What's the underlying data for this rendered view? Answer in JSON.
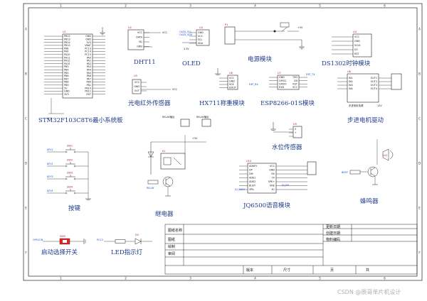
{
  "blocks": {
    "stm32": "STM32F103C8T6最小系统板",
    "dht11": "DHT11",
    "oled": "OLED",
    "power": "电源模块",
    "ds1302": "DS1302时钟模块",
    "ir": "光电红外传感器",
    "hx711": "HX711称重模块",
    "esp": "ESP8266-01S模块",
    "stepper": "步进电机驱动",
    "water": "水位传感器",
    "keys": "按键",
    "relay": "继电器",
    "jq6500": "JQ6500语音模块",
    "buzzer": "蜂鸣器",
    "startsw": "启动选择开关",
    "led": "LED指示灯"
  },
  "refs": {
    "stm32": "U1",
    "dht11": "U2",
    "oled": "U3",
    "power": "P1",
    "ds1302": "U4",
    "ir": "U5",
    "hx711": "U6",
    "esp": "U7",
    "stepper": "U8",
    "water": "U9",
    "relay": "K1",
    "jq6500": "U10",
    "buzzer": "LS1",
    "led": "D2",
    "startsw": "SW5",
    "keys": [
      "SW1",
      "SW2",
      "SW3",
      "SW4"
    ],
    "key_nets": [
      "KEY1",
      "KEY2",
      "KEY3",
      "KEY4"
    ]
  },
  "nets": {
    "vcc": "VCC",
    "gnd": "GND",
    "plus5": "+5V",
    "v33": "3.3V",
    "oled_scl": "OLED_SCL",
    "oled_sda": "OLED_SDA",
    "esp_tx": "ESP_TX",
    "esp_rx": "ESP_RX",
    "relay": "RELAY",
    "beep": "BEEP",
    "jq_busy": "JQ_BUSY",
    "jq_rx": "JQ_RX",
    "pc13": "PC13",
    "start": "OPS1ON",
    "stepper_pwr": "步进电机电源",
    "v12": "12V",
    "relay_out1": "RELAY输出",
    "relay_out2": "RELAY输出"
  },
  "stm32_pins": {
    "left": [
      "PB12",
      "PB13",
      "PB14",
      "PB15",
      "PA8",
      "PA9",
      "PA10",
      "PA11",
      "PA12",
      "PA15",
      "PB3",
      "PB4",
      "PB5",
      "PB6",
      "PB7",
      "PB8",
      "PB9",
      "5V",
      "GND",
      "3V3"
    ],
    "right": [
      "GND",
      "GND",
      "3V3",
      "VBAT",
      "PC13",
      "PC14",
      "PC15",
      "PA0",
      "PA1",
      "PA2",
      "PA3",
      "PA4",
      "PA5",
      "PA6",
      "PA7",
      "PB0",
      "PB1",
      "PB10",
      "PB11",
      "RST"
    ]
  },
  "dht11_pins": [
    "VCC",
    "DATA",
    "NC",
    "GND"
  ],
  "oled_pins": [
    "GND",
    "VCC",
    "SCL",
    "SDA"
  ],
  "ds1302_pins": [
    "VCC",
    "GND",
    "SCLK",
    "I/O",
    "RST"
  ],
  "ir_pins": [
    "VCC",
    "GND",
    "OUT"
  ],
  "hx711_pins": [
    "VCC",
    "GND",
    "SCK",
    "DOUT"
  ],
  "esp_pins_left": [
    "GND",
    "GPIO2",
    "GPIO0",
    "RXD"
  ],
  "esp_pins_right": [
    "TXD",
    "EN",
    "RST",
    "VCC"
  ],
  "stepper_pins_left": [
    "IN1",
    "IN2",
    "IN3",
    "IN4"
  ],
  "stepper_pins_right": [
    "OUT1",
    "OUT2",
    "OUT3",
    "OUT4"
  ],
  "water_pins": [
    "S",
    "+",
    "-"
  ],
  "jq_pins_left": [
    "ADKEY",
    "DP",
    "DM",
    "ADK1",
    "ADK2",
    "BUSY",
    "SPK-"
  ],
  "jq_pins_right": [
    "VCC",
    "GND",
    "RX",
    "TX",
    "SPK+",
    "ONE",
    "K1"
  ],
  "title_block": {
    "drawing_name": "图纸名称",
    "drawing": "图纸",
    "draw": "绘制",
    "review": "审阅",
    "update_date": "更新日期",
    "create_date": "创建日期",
    "material": "物料编码",
    "version": "版本",
    "size": "尺寸",
    "page": "页",
    "of": "共"
  },
  "border": {
    "cols": [
      "1",
      "2",
      "3",
      "4",
      "5",
      "6"
    ],
    "rows": [
      "A",
      "B",
      "C",
      "D",
      "E",
      "F"
    ]
  },
  "watermark": "CSDN @辰哥单片机设计"
}
